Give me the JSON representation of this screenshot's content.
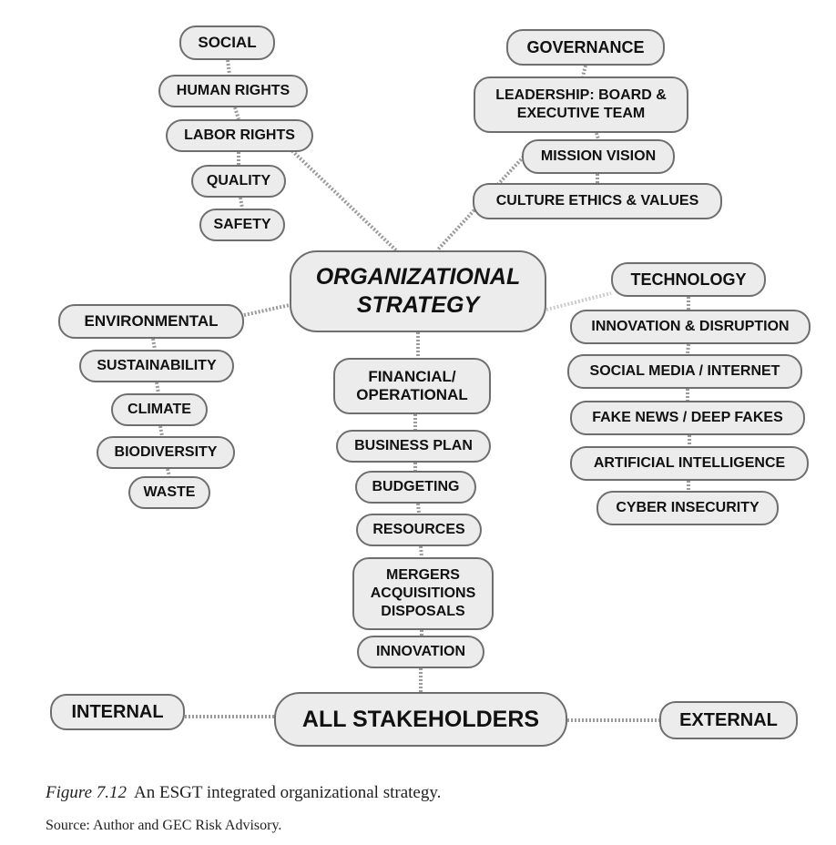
{
  "center": "ORGANIZATIONAL\nSTRATEGY",
  "social": {
    "title": "SOCIAL",
    "items": [
      "HUMAN RIGHTS",
      "LABOR RIGHTS",
      "QUALITY",
      "SAFETY"
    ]
  },
  "governance": {
    "title": "GOVERNANCE",
    "items": [
      "LEADERSHIP: BOARD &\nEXECUTIVE TEAM",
      "MISSION VISION",
      "CULTURE ETHICS & VALUES"
    ]
  },
  "environmental": {
    "title": "ENVIRONMENTAL",
    "items": [
      "SUSTAINABILITY",
      "CLIMATE",
      "BIODIVERSITY",
      "WASTE"
    ]
  },
  "technology": {
    "title": "TECHNOLOGY",
    "items": [
      "INNOVATION & DISRUPTION",
      "SOCIAL MEDIA / INTERNET",
      "FAKE NEWS / DEEP FAKES",
      "ARTIFICIAL INTELLIGENCE",
      "CYBER INSECURITY"
    ]
  },
  "financial": {
    "title": "FINANCIAL/\nOPERATIONAL",
    "items": [
      "BUSINESS PLAN",
      "BUDGETING",
      "RESOURCES",
      "MERGERS\nACQUISITIONS\nDISPOSALS",
      "INNOVATION"
    ]
  },
  "stakeholders": {
    "title": "ALL STAKEHOLDERS",
    "internal": "INTERNAL",
    "external": "EXTERNAL"
  },
  "caption": {
    "figure_label": "Figure 7.12",
    "text": "An ESGT integrated organizational strategy.",
    "source": "Source: Author and GEC Risk Advisory."
  }
}
